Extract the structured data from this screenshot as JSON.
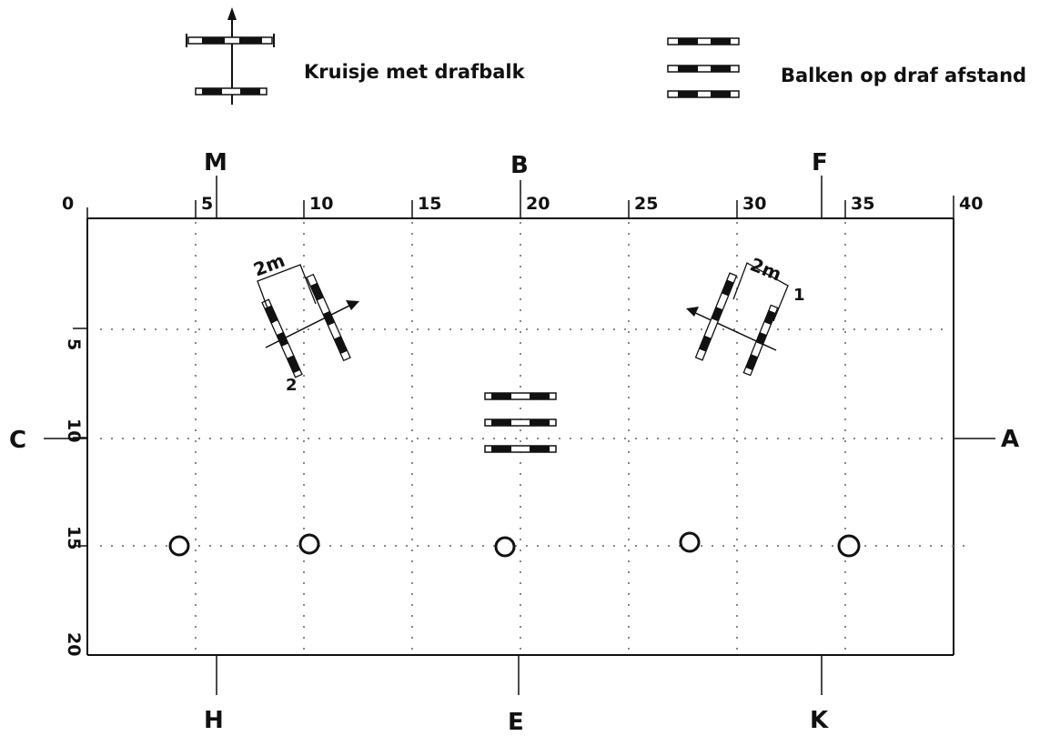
{
  "legend": {
    "cross_label": "Kruisje met drafbalk",
    "trot_label": "Balken op draf afstand"
  },
  "arena_letters": {
    "top": [
      "M",
      "B",
      "F"
    ],
    "bottom": [
      "H",
      "E",
      "K"
    ],
    "left": "C",
    "right": "A"
  },
  "ruler": {
    "top_ticks": [
      "0",
      "5",
      "10",
      "15",
      "20",
      "25",
      "30",
      "35",
      "40"
    ],
    "left_ticks": [
      "5",
      "10",
      "15",
      "20"
    ]
  },
  "obstacles": {
    "cross_1": {
      "number": "1",
      "spacing": "2m"
    },
    "cross_2": {
      "number": "2",
      "spacing": "2m"
    }
  },
  "colors": {
    "line": "#111111",
    "pole_dark": "#111111",
    "pole_light": "#ffffff",
    "grid_dots": "#888888"
  }
}
